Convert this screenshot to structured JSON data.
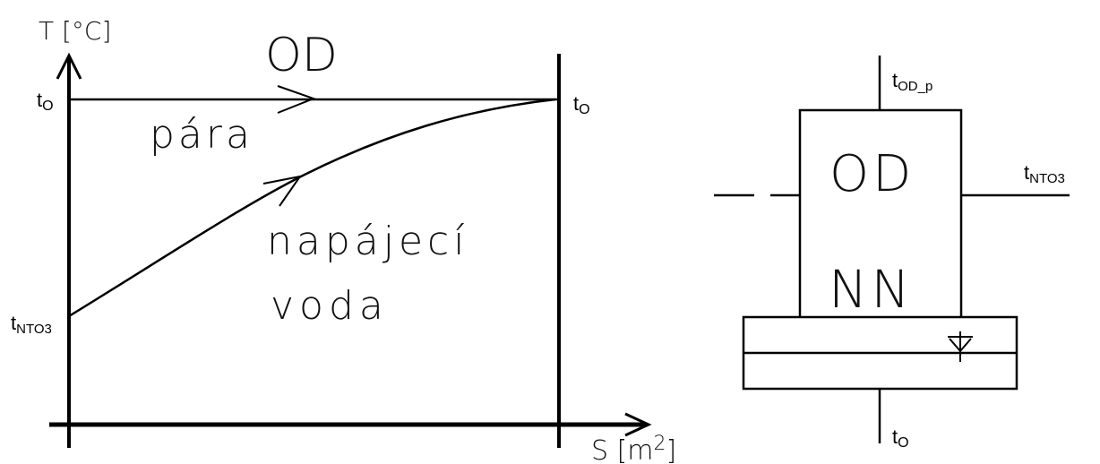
{
  "diagram": {
    "title": "OD",
    "y_axis_label": "T [°C]",
    "x_axis_label_base": "S [m",
    "x_axis_label_exp": "2",
    "x_axis_label_close": "]",
    "steam_label": "pára",
    "water_label_line1": "napájecí",
    "water_label_line2": "voda",
    "t0_symbol": "t",
    "t0_sub": "O",
    "tnto3_symbol": "t",
    "tnto3_sub": "NTO3"
  },
  "schematic": {
    "block_top_line1": "OD",
    "block_top_line2": "NN",
    "inlet_top_symbol": "t",
    "inlet_top_sub": "OD_p",
    "inlet_right_symbol": "t",
    "inlet_right_sub": "NTO3",
    "outlet_bottom_symbol": "t",
    "outlet_bottom_sub": "O"
  },
  "colors": {
    "ink": "#000000",
    "background": "#ffffff"
  }
}
